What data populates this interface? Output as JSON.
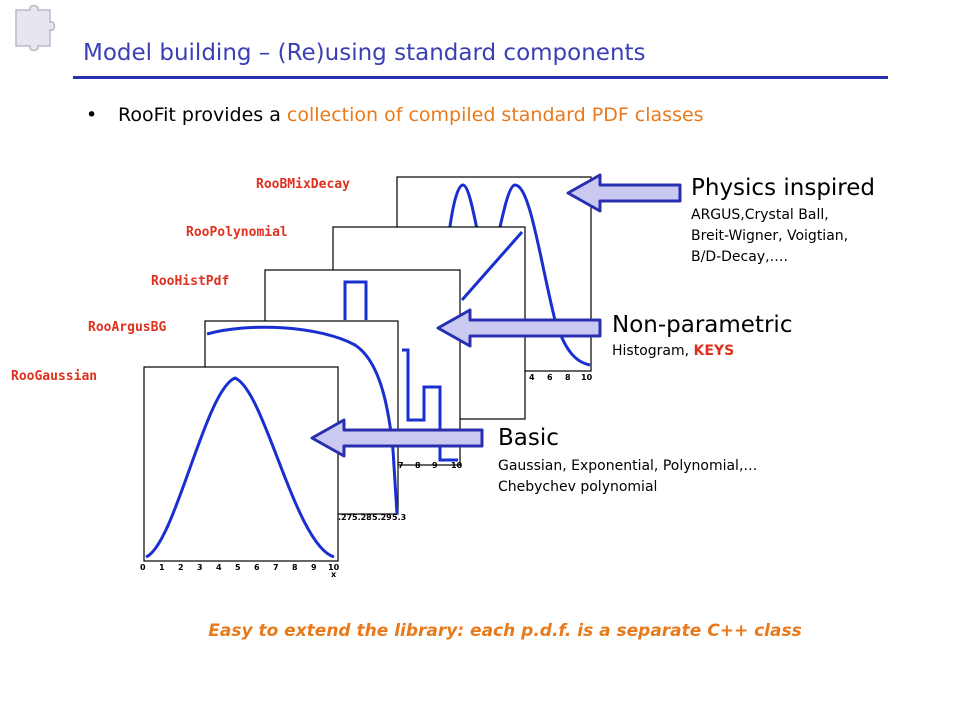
{
  "slide": {
    "title": "Model building – (Re)using standard components",
    "bullet": {
      "prefix": "RooFit provides a ",
      "highlight": "collection of compiled standard PDF classes"
    },
    "classes": {
      "bmix": "RooBMixDecay",
      "poly": "RooPolynomial",
      "hist": "RooHistPdf",
      "argus": "RooArgusBG",
      "gauss": "RooGaussian"
    },
    "categories": {
      "physics": {
        "title": "Physics inspired",
        "line1": "ARGUS,Crystal Ball,",
        "line2": "Breit-Wigner, Voigtian,",
        "line3": "B/D-Decay,…."
      },
      "nonparam": {
        "title": "Non-parametric",
        "line1_prefix": "Histogram, ",
        "line1_bold": "KEYS"
      },
      "basic": {
        "title": "Basic",
        "line1": "Gaussian, Exponential, Polynomial,…",
        "line2": "Chebychev polynomial"
      }
    },
    "footer": "Easy to extend the library: each p.d.f. is a separate C++ class"
  },
  "axis_ticks": {
    "gauss": [
      "0",
      "1",
      "2",
      "3",
      "4",
      "5",
      "6",
      "7",
      "8",
      "9",
      "10"
    ],
    "argus": [
      ".27",
      "5.28",
      "5.29",
      "5.3"
    ],
    "hist": [
      "7",
      "8",
      "9",
      "10"
    ],
    "bmix": [
      "4",
      "6",
      "8",
      "10"
    ],
    "x_label": "x"
  },
  "colors": {
    "title": "#3a3fb4",
    "accent": "#e87a1c",
    "class_red": "#e0301e",
    "curve": "#1a2fd0",
    "arrow_fill": "#c9c9f2",
    "arrow_stroke": "#2a2fb0"
  },
  "icons": [
    "puzzle-piece-icon"
  ]
}
